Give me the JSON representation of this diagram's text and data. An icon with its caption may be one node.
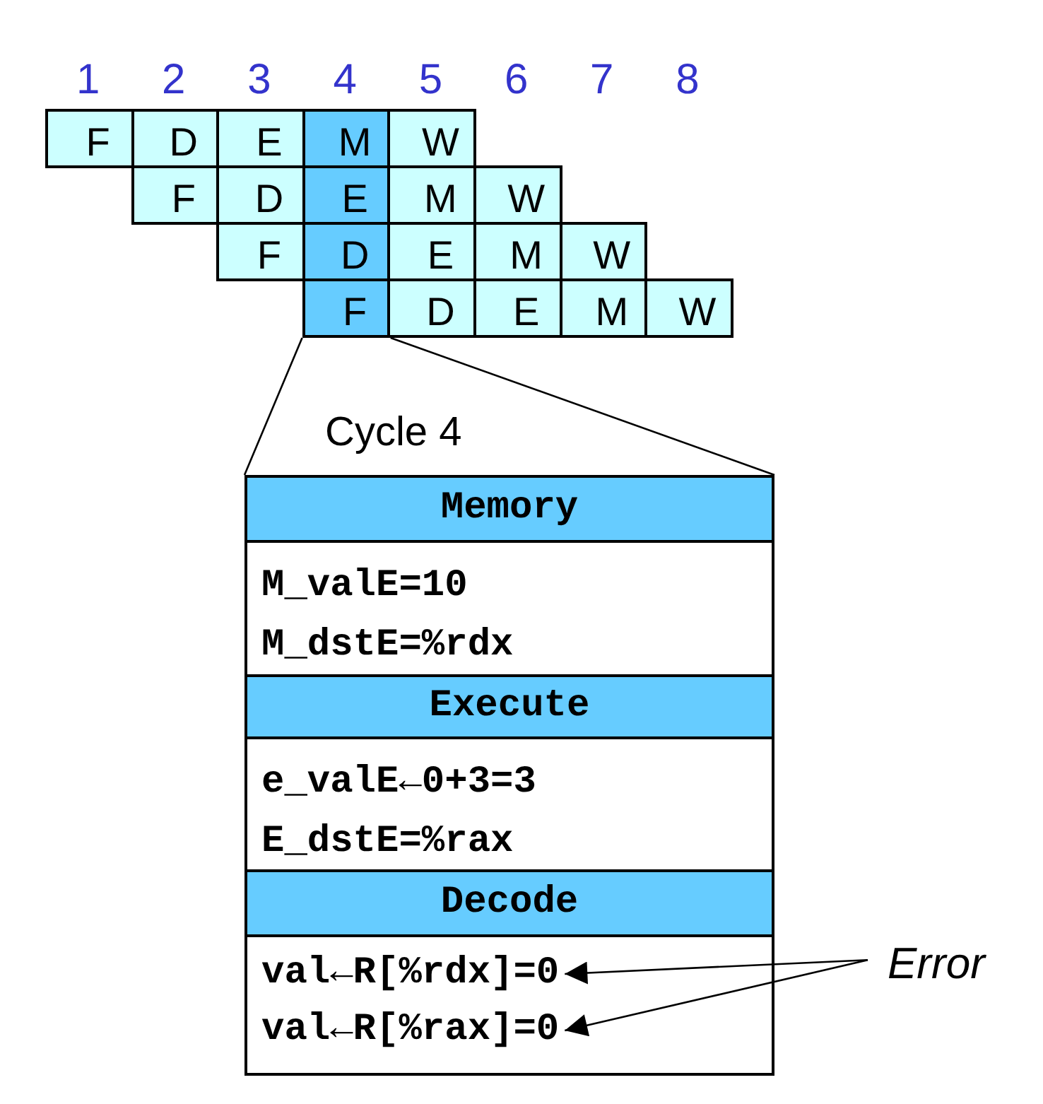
{
  "diagram": {
    "nodes": [
      {
        "text": [
          "F"
        ]
      },
      {
        "text": [
          "D"
        ]
      },
      {
        "text": [
          "E"
        ]
      },
      {
        "text": [
          "M"
        ]
      },
      {
        "text": [
          "W"
        ]
      },
      {
        "text": [
          "F"
        ]
      },
      {
        "text": [
          "D"
        ]
      },
      {
        "text": [
          "E"
        ]
      },
      {
        "text": [
          "M"
        ]
      },
      {
        "text": [
          "W"
        ]
      },
      {
        "text": [
          "F"
        ]
      },
      {
        "text": [
          "D"
        ]
      },
      {
        "text": [
          "E"
        ]
      },
      {
        "text": [
          "M"
        ]
      },
      {
        "text": [
          "W"
        ]
      },
      {
        "text": [
          "F"
        ]
      },
      {
        "text": [
          "D"
        ]
      },
      {
        "text": [
          "E"
        ]
      },
      {
        "text": [
          "M"
        ]
      },
      {
        "text": [
          "W"
        ]
      },
      {
        "text": [
          "Memory"
        ]
      },
      {
        "text": [
          "M_valE=10",
          "M_dstE=%rdx"
        ]
      },
      {
        "text": [
          "Execute"
        ]
      },
      {
        "text": [
          "e_valE←0+3=3",
          "E_dstE=%rax"
        ]
      },
      {
        "text": [
          "Decode"
        ]
      },
      {
        "text": [],
        "shape": "box"
      },
      {
        "text": [
          "val←R[%rdx]=0"
        ],
        "in": 25
      },
      {
        "text": [
          "val←R[%rax]=0"
        ],
        "in": 25
      },
      {
        "text": [
          "Error"
        ]
      }
    ],
    "edges": [
      {
        "from": 15,
        "to": 20,
        "arrow": "none"
      },
      {
        "from": 15,
        "to": 20,
        "arrow": "none"
      },
      {
        "from": 28,
        "to": 26,
        "arrow": "to"
      },
      {
        "from": 28,
        "to": 27,
        "arrow": "to"
      }
    ],
    "labels": [
      "1",
      "2",
      "3",
      "4",
      "5",
      "6",
      "7",
      "8",
      "Cycle 4"
    ]
  }
}
